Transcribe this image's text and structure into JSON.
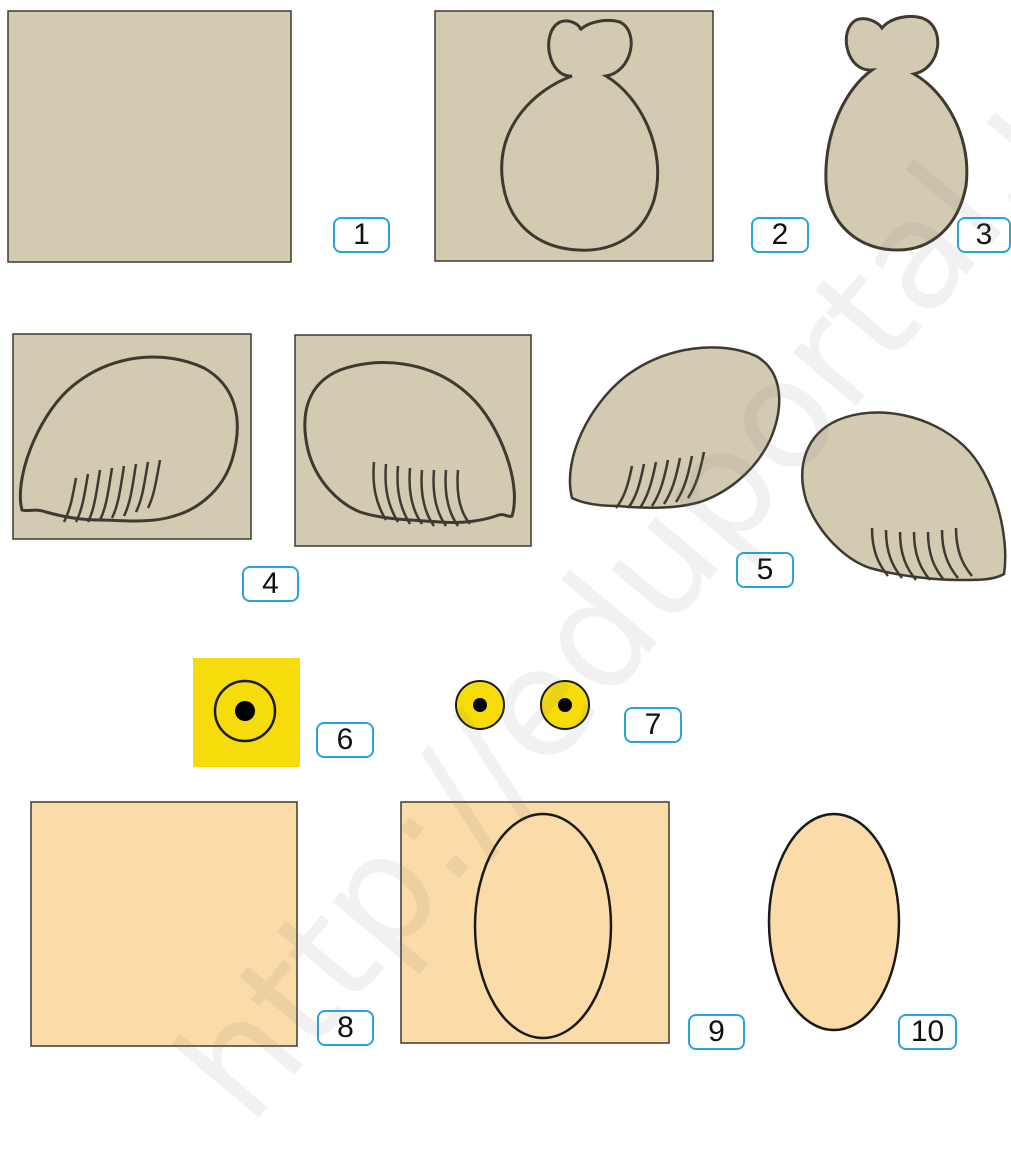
{
  "steps": [
    {
      "number": "1",
      "description_hidden": ""
    },
    {
      "number": "2"
    },
    {
      "number": "3"
    },
    {
      "number": "4"
    },
    {
      "number": "5"
    },
    {
      "number": "6"
    },
    {
      "number": "7"
    },
    {
      "number": "8"
    },
    {
      "number": "9"
    },
    {
      "number": "10"
    }
  ],
  "watermark": "http://eduportal.uz",
  "colors": {
    "gray_paper": "#d3cab2",
    "beige_paper": "#fbdba7",
    "yellow_paper": "#f6dc0a",
    "outline": "#3e3a30",
    "badge_border": "#29a3dd"
  }
}
